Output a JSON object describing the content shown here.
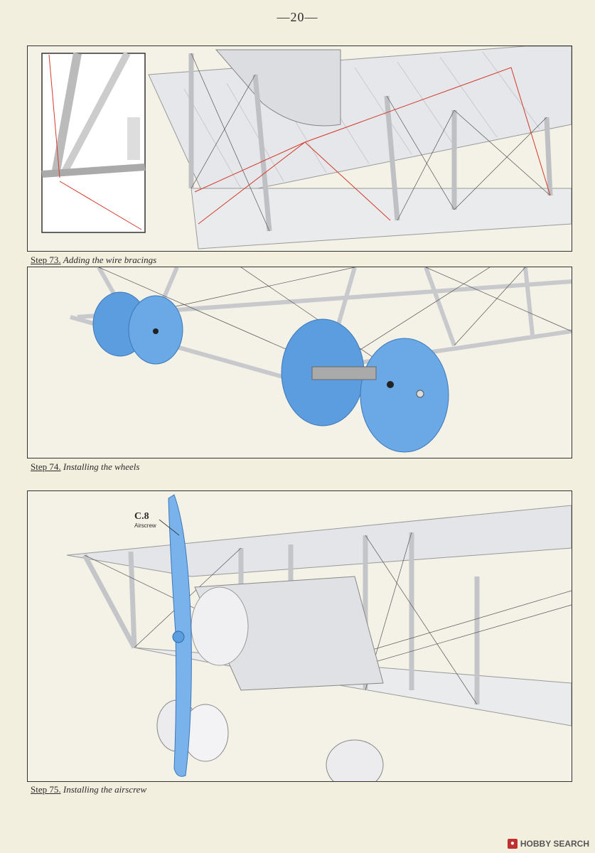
{
  "page": {
    "number": "—20—"
  },
  "steps": [
    {
      "num": "Step 73.",
      "title": "Adding the wire bracings"
    },
    {
      "num": "Step 74.",
      "title": "Installing the wheels"
    },
    {
      "num": "Step 75.",
      "title": "Installing the airscrew"
    }
  ],
  "parts": {
    "airscrew_code": "C.8",
    "airscrew_name": "Airscrew"
  },
  "watermark": {
    "text": "HOBBY SEARCH"
  },
  "colors": {
    "highlight_blue": "#6aa9e6",
    "wire_red": "#d33a2a",
    "structure": "#d9dadc",
    "page": "#f2efdf"
  }
}
